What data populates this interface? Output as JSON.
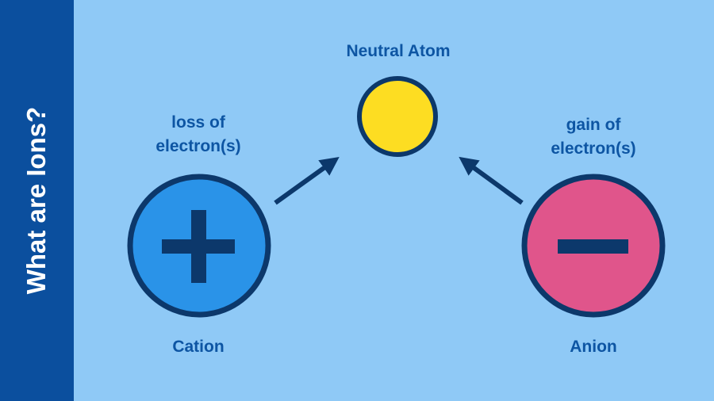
{
  "sidebar": {
    "title": "What are Ions?"
  },
  "neutral": {
    "label": "Neutral Atom",
    "color": "#fddd22"
  },
  "cation": {
    "label": "Cation",
    "process_line1": "loss of",
    "process_line2": "electron(s)",
    "sign": "plus",
    "color": "#2a93e8"
  },
  "anion": {
    "label": "Anion",
    "process_line1": "gain of",
    "process_line2": "electron(s)",
    "sign": "minus",
    "color": "#e0558b"
  },
  "colors": {
    "outline": "#0c386b",
    "text": "#0d55a3",
    "background": "#8fc9f6",
    "sidebar": "#0b4f9e"
  }
}
